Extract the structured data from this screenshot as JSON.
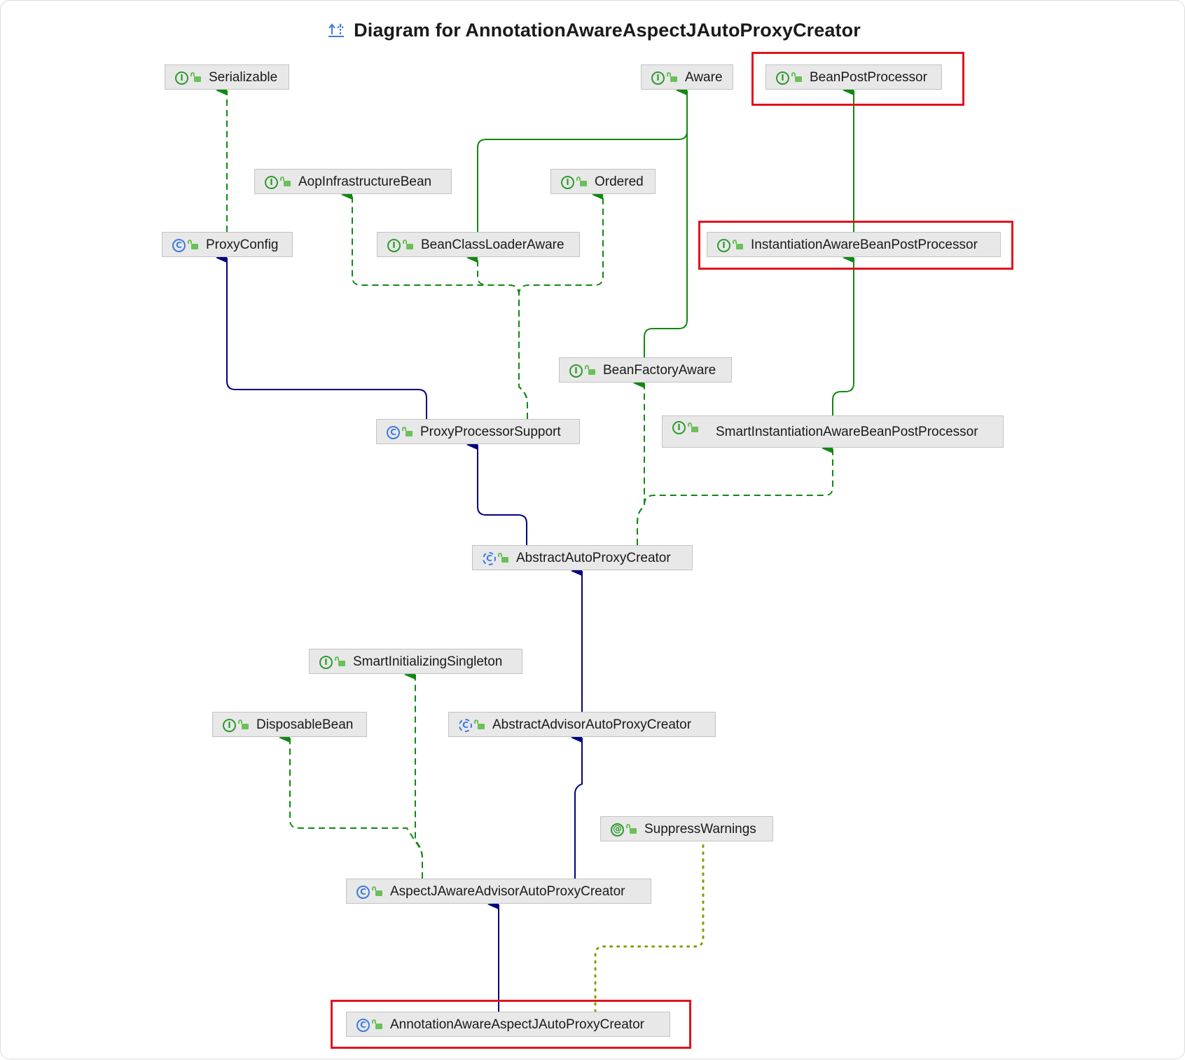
{
  "title": "Diagram for AnnotationAwareAspectJAutoProxyCreator",
  "colors": {
    "extends": "#000080",
    "implements": "#118811",
    "annotation": "#8a9a00",
    "highlight": "#e0141e"
  },
  "nodes": [
    {
      "id": "serializable",
      "label": "Serializable",
      "kind": "interface"
    },
    {
      "id": "aware",
      "label": "Aware",
      "kind": "interface"
    },
    {
      "id": "bean-post-processor",
      "label": "BeanPostProcessor",
      "kind": "interface"
    },
    {
      "id": "aop-infrastructure-bean",
      "label": "AopInfrastructureBean",
      "kind": "interface"
    },
    {
      "id": "ordered",
      "label": "Ordered",
      "kind": "interface"
    },
    {
      "id": "proxy-config",
      "label": "ProxyConfig",
      "kind": "class"
    },
    {
      "id": "bean-class-loader-aware",
      "label": "BeanClassLoaderAware",
      "kind": "interface"
    },
    {
      "id": "instantiation-aware-bean-post-processor",
      "label": "InstantiationAwareBeanPostProcessor",
      "kind": "interface"
    },
    {
      "id": "bean-factory-aware",
      "label": "BeanFactoryAware",
      "kind": "interface"
    },
    {
      "id": "proxy-processor-support",
      "label": "ProxyProcessorSupport",
      "kind": "class"
    },
    {
      "id": "smart-instantiation-aware-bean-post-processor",
      "label": "SmartInstantiationAwareBeanPostProcessor",
      "kind": "interface"
    },
    {
      "id": "abstract-auto-proxy-creator",
      "label": "AbstractAutoProxyCreator",
      "kind": "abstract-class"
    },
    {
      "id": "smart-initializing-singleton",
      "label": "SmartInitializingSingleton",
      "kind": "interface"
    },
    {
      "id": "disposable-bean",
      "label": "DisposableBean",
      "kind": "interface"
    },
    {
      "id": "abstract-advisor-auto-proxy-creator",
      "label": "AbstractAdvisorAutoProxyCreator",
      "kind": "abstract-class"
    },
    {
      "id": "suppress-warnings",
      "label": "SuppressWarnings",
      "kind": "annotation"
    },
    {
      "id": "aspectj-aware-advisor-auto-proxy-creator",
      "label": "AspectJAwareAdvisorAutoProxyCreator",
      "kind": "class"
    },
    {
      "id": "annotation-aware-aspectj-auto-proxy-creator",
      "label": "AnnotationAwareAspectJAutoProxyCreator",
      "kind": "class"
    }
  ],
  "edges": [
    {
      "from": "proxy-config",
      "to": "serializable",
      "type": "implements"
    },
    {
      "from": "bean-class-loader-aware",
      "to": "aware",
      "type": "extends-interface"
    },
    {
      "from": "bean-factory-aware",
      "to": "aware",
      "type": "extends-interface"
    },
    {
      "from": "instantiation-aware-bean-post-processor",
      "to": "bean-post-processor",
      "type": "extends-interface"
    },
    {
      "from": "smart-instantiation-aware-bean-post-processor",
      "to": "instantiation-aware-bean-post-processor",
      "type": "extends-interface"
    },
    {
      "from": "proxy-processor-support",
      "to": "proxy-config",
      "type": "extends"
    },
    {
      "from": "proxy-processor-support",
      "to": "aop-infrastructure-bean",
      "type": "implements"
    },
    {
      "from": "proxy-processor-support",
      "to": "bean-class-loader-aware",
      "type": "implements"
    },
    {
      "from": "proxy-processor-support",
      "to": "ordered",
      "type": "implements"
    },
    {
      "from": "abstract-auto-proxy-creator",
      "to": "proxy-processor-support",
      "type": "extends"
    },
    {
      "from": "abstract-auto-proxy-creator",
      "to": "bean-factory-aware",
      "type": "implements"
    },
    {
      "from": "abstract-auto-proxy-creator",
      "to": "smart-instantiation-aware-bean-post-processor",
      "type": "implements"
    },
    {
      "from": "abstract-advisor-auto-proxy-creator",
      "to": "abstract-auto-proxy-creator",
      "type": "extends"
    },
    {
      "from": "aspectj-aware-advisor-auto-proxy-creator",
      "to": "abstract-advisor-auto-proxy-creator",
      "type": "extends"
    },
    {
      "from": "aspectj-aware-advisor-auto-proxy-creator",
      "to": "disposable-bean",
      "type": "implements"
    },
    {
      "from": "aspectj-aware-advisor-auto-proxy-creator",
      "to": "smart-initializing-singleton",
      "type": "implements"
    },
    {
      "from": "annotation-aware-aspectj-auto-proxy-creator",
      "to": "aspectj-aware-advisor-auto-proxy-creator",
      "type": "extends"
    },
    {
      "from": "annotation-aware-aspectj-auto-proxy-creator",
      "to": "suppress-warnings",
      "type": "annotated-by"
    }
  ],
  "highlighted": [
    "bean-post-processor",
    "instantiation-aware-bean-post-processor",
    "annotation-aware-aspectj-auto-proxy-creator"
  ]
}
